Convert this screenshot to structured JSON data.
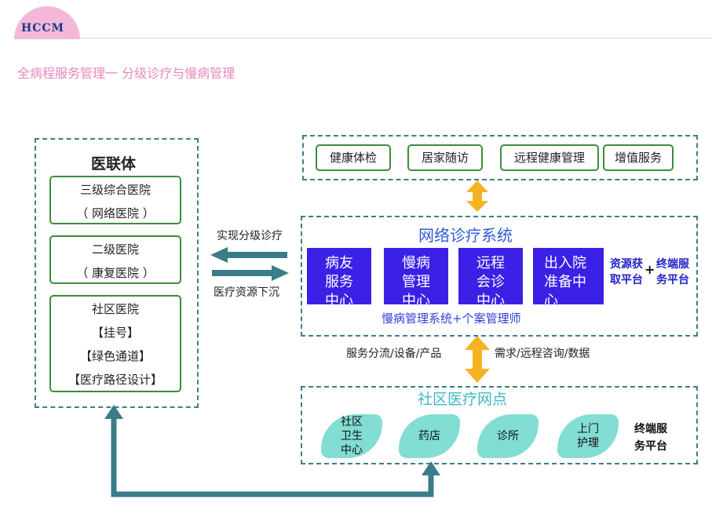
{
  "header": {
    "logo_text": "HCCM",
    "title": "全病程服务管理一 分级诊疗与慢病管理"
  },
  "alliance": {
    "title": "医联体",
    "boxes": [
      {
        "lines": [
          "三级综合医院",
          "（ 网络医院 ）"
        ]
      },
      {
        "lines": [
          "二级医院",
          "（ 康复医院 ）"
        ]
      },
      {
        "lines": [
          "社区医院",
          "【挂号】",
          "【绿色通道】",
          "【医疗路径设计】"
        ]
      }
    ]
  },
  "arrows_mid": {
    "top_label": "实现分级诊疗",
    "bottom_label": "医疗资源下沉"
  },
  "services": [
    "健康体检",
    "居家随访",
    "远程健康管理",
    "增值服务"
  ],
  "network": {
    "title": "网络诊疗系统",
    "centers": [
      {
        "lines": [
          "病友",
          "服务",
          "中心"
        ]
      },
      {
        "lines": [
          "慢病",
          "管理",
          "中心"
        ]
      },
      {
        "lines": [
          "远程",
          "会诊",
          "中心"
        ]
      },
      {
        "lines": [
          "出入院",
          "准备中",
          "心"
        ]
      }
    ],
    "side_left": [
      "资源获",
      "取平台"
    ],
    "plus": "+",
    "side_right": [
      "终端服",
      "务平台"
    ],
    "subtitle": "慢病管理系统+个案管理师"
  },
  "flow_labels": {
    "left": "服务分流/设备/产品",
    "right": "需求/远程咨询/数据"
  },
  "community": {
    "title": "社区医疗网点",
    "points": [
      {
        "lines": [
          "社区",
          "卫生",
          "中心"
        ]
      },
      {
        "lines": [
          "药店"
        ]
      },
      {
        "lines": [
          "诊所"
        ]
      },
      {
        "lines": [
          "上门",
          "护理"
        ]
      }
    ],
    "terminal": [
      "终端服",
      "务平台"
    ]
  },
  "colors": {
    "dashed_border": "#3f7d88",
    "green_border": "#3c8c3c",
    "purple_box": "#3b21e6",
    "teal_arrow": "#3a7d88",
    "orange_arrow": "#f5b324",
    "blob": "#82ddd3",
    "title_pink": "#e886bf",
    "network_title": "#2f5bd8",
    "community_title": "#3fb8c8"
  }
}
